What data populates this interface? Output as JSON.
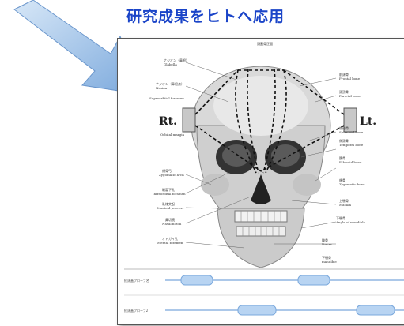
{
  "heading": "研究成果をヒトへ応用",
  "figure": {
    "header_caption": "頭蓋骨正面",
    "side_left": "Rt.",
    "side_right": "Lt.",
    "labels_left": [
      "ナジオン（鼻根）",
      "Glabella",
      "ナジオン（鼻根点）",
      "Nasion",
      "Supraorbital foramen",
      "Orbital margin",
      "頬骨弓",
      "Zygomatic arch",
      "眼窩下孔",
      "Infraorbital foramen",
      "乳様突起",
      "Mastoid process",
      "鼻切痕",
      "Nasal notch",
      "オトガイ孔",
      "Mental foramen"
    ],
    "labels_right": [
      "前頭骨",
      "Frontal bone",
      "頭頂骨",
      "Parietal bone",
      "蝶形骨",
      "Sphenoid bone",
      "側頭骨",
      "Temporal bone",
      "篩骨",
      "Ethmoid bone",
      "頬骨",
      "Zygomatic bone",
      "上顎骨",
      "Maxilla",
      "下顎骨",
      "Angle of mandible",
      "鋤骨",
      "Vomer",
      "下顎骨",
      "mandible"
    ],
    "lanes": [
      {
        "label": "経頭蓋プローブ名"
      },
      {
        "label": "経頭蓋プローブ2"
      }
    ]
  },
  "colors": {
    "heading": "#1a44c8",
    "arrow": "#8fb8e6",
    "bar": "#b8d4f2"
  }
}
